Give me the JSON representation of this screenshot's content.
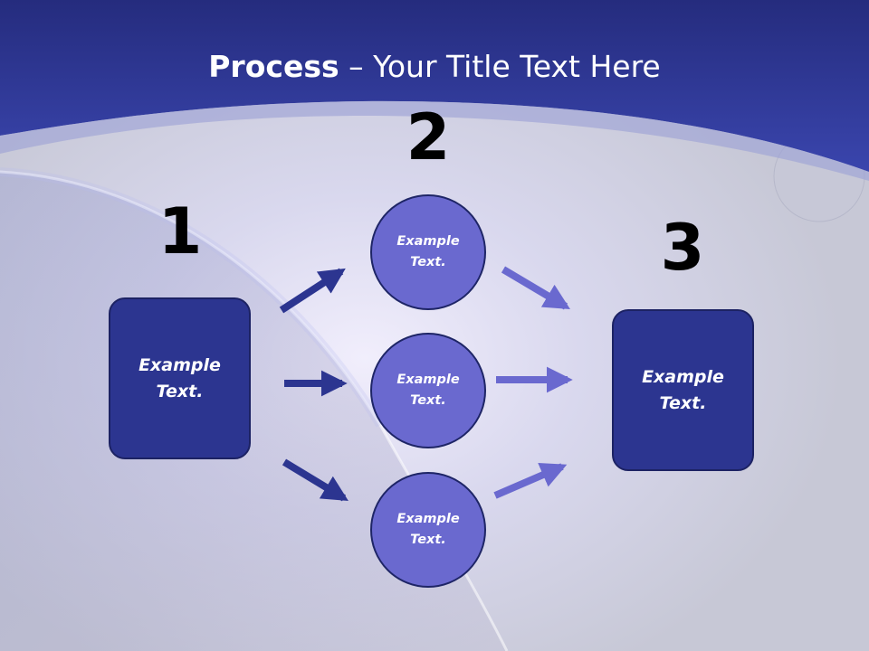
{
  "slide": {
    "title_bold": "Process",
    "title_dash": " – ",
    "title_rest": "Your Title Text Here"
  },
  "steps": {
    "step1": {
      "number": "1",
      "label": "Example Text."
    },
    "step2": [
      {
        "label": "Example Text."
      },
      {
        "label": "Example Text."
      },
      {
        "label": "Example Text."
      }
    ],
    "step2_number": "2",
    "step3": {
      "number": "3",
      "label": "Example Text."
    }
  },
  "colors": {
    "header_band": "#2b3590",
    "box_fill": "#2c3590",
    "circle_fill": "#6a69cf",
    "arrow_dark": "#2c3590",
    "arrow_light": "#6a69cf"
  }
}
